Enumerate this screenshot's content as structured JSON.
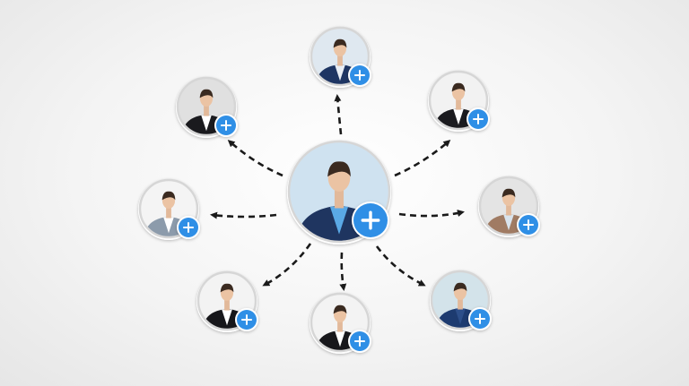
{
  "colors": {
    "accent": "#2f8fe6",
    "arrow": "#1a1a1a",
    "ring": "#d6d6d6",
    "suit": "#1f2f4f"
  },
  "center": {
    "icon": "add-contact-icon",
    "suit": "#1f3560",
    "shirt": "#5aa9e6",
    "bg": "#cfe2f0"
  },
  "contacts": [
    {
      "id": "top",
      "icon": "add-contact-icon",
      "suit": "#1e3563",
      "shirt": "#e9eef5",
      "bg": "#dfe8f0"
    },
    {
      "id": "top-right",
      "icon": "add-contact-icon",
      "suit": "#1b1b1f",
      "shirt": "#ffffff",
      "bg": "#f2f2f2"
    },
    {
      "id": "right",
      "icon": "add-contact-icon",
      "suit": "#a07b63",
      "shirt": "#d9e3ec",
      "bg": "#e4e4e4"
    },
    {
      "id": "bottom-right",
      "icon": "add-contact-icon",
      "suit": "#1d3b70",
      "shirt": "#2d4f8a",
      "bg": "#d3e3ea"
    },
    {
      "id": "bottom",
      "icon": "add-contact-icon",
      "suit": "#17171b",
      "shirt": "#ffffff",
      "bg": "#f3f3f3"
    },
    {
      "id": "bottom-left",
      "icon": "add-contact-icon",
      "suit": "#17171b",
      "shirt": "#ffffff",
      "bg": "#f3f3f3"
    },
    {
      "id": "left",
      "icon": "add-contact-icon",
      "suit": "#8c9bab",
      "shirt": "#ffffff",
      "bg": "#f4f4f4"
    },
    {
      "id": "top-left",
      "icon": "add-contact-icon",
      "suit": "#1a1a1e",
      "shirt": "#ffffff",
      "bg": "#e0e0e0"
    }
  ]
}
